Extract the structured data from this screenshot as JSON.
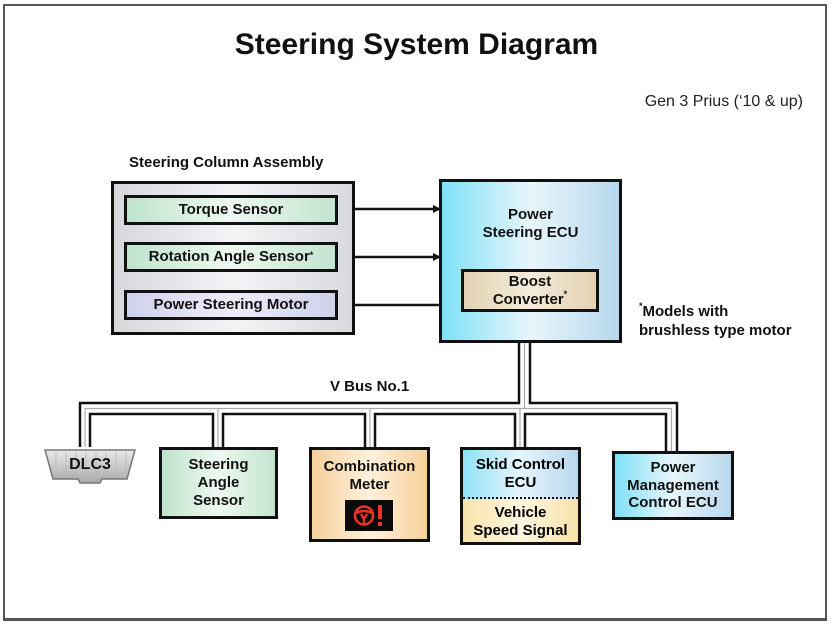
{
  "title": "Steering System Diagram",
  "subtitle": "Gen 3 Prius (‘10 & up)",
  "steering_column": {
    "heading": "Steering Column Assembly",
    "items": [
      {
        "label": "Torque Sensor",
        "superscript": "",
        "signal": "to-ecu"
      },
      {
        "label": "Rotation Angle Sensor",
        "superscript": "*",
        "signal": "to-ecu"
      },
      {
        "label": "Power Steering Motor",
        "superscript": "",
        "signal": "from-ecu"
      }
    ]
  },
  "power_steering_ecu": {
    "line1": "Power",
    "line2": "Steering ECU",
    "boost_converter": {
      "line1": "Boost",
      "line2": "Converter",
      "superscript": "*"
    }
  },
  "footnote": {
    "marker": "*",
    "line1": "Models with",
    "line2": "brushless type motor"
  },
  "bus": {
    "label": "V Bus No.1"
  },
  "bus_nodes": {
    "dlc3": {
      "label": "DLC3"
    },
    "steering_angle_sensor": {
      "line1": "Steering",
      "line2": "Angle",
      "line3": "Sensor"
    },
    "combination_meter": {
      "line1": "Combination",
      "line2": "Meter",
      "indicator": "power-steering-warning-icon",
      "indicator_color": "#e8322a"
    },
    "skid_control_ecu": {
      "line1": "Skid Control",
      "line2": "ECU",
      "sub_line1": "Vehicle",
      "sub_line2": "Speed Signal"
    },
    "power_management_ecu": {
      "line1": "Power",
      "line2": "Management",
      "line3": "Control ECU"
    }
  }
}
